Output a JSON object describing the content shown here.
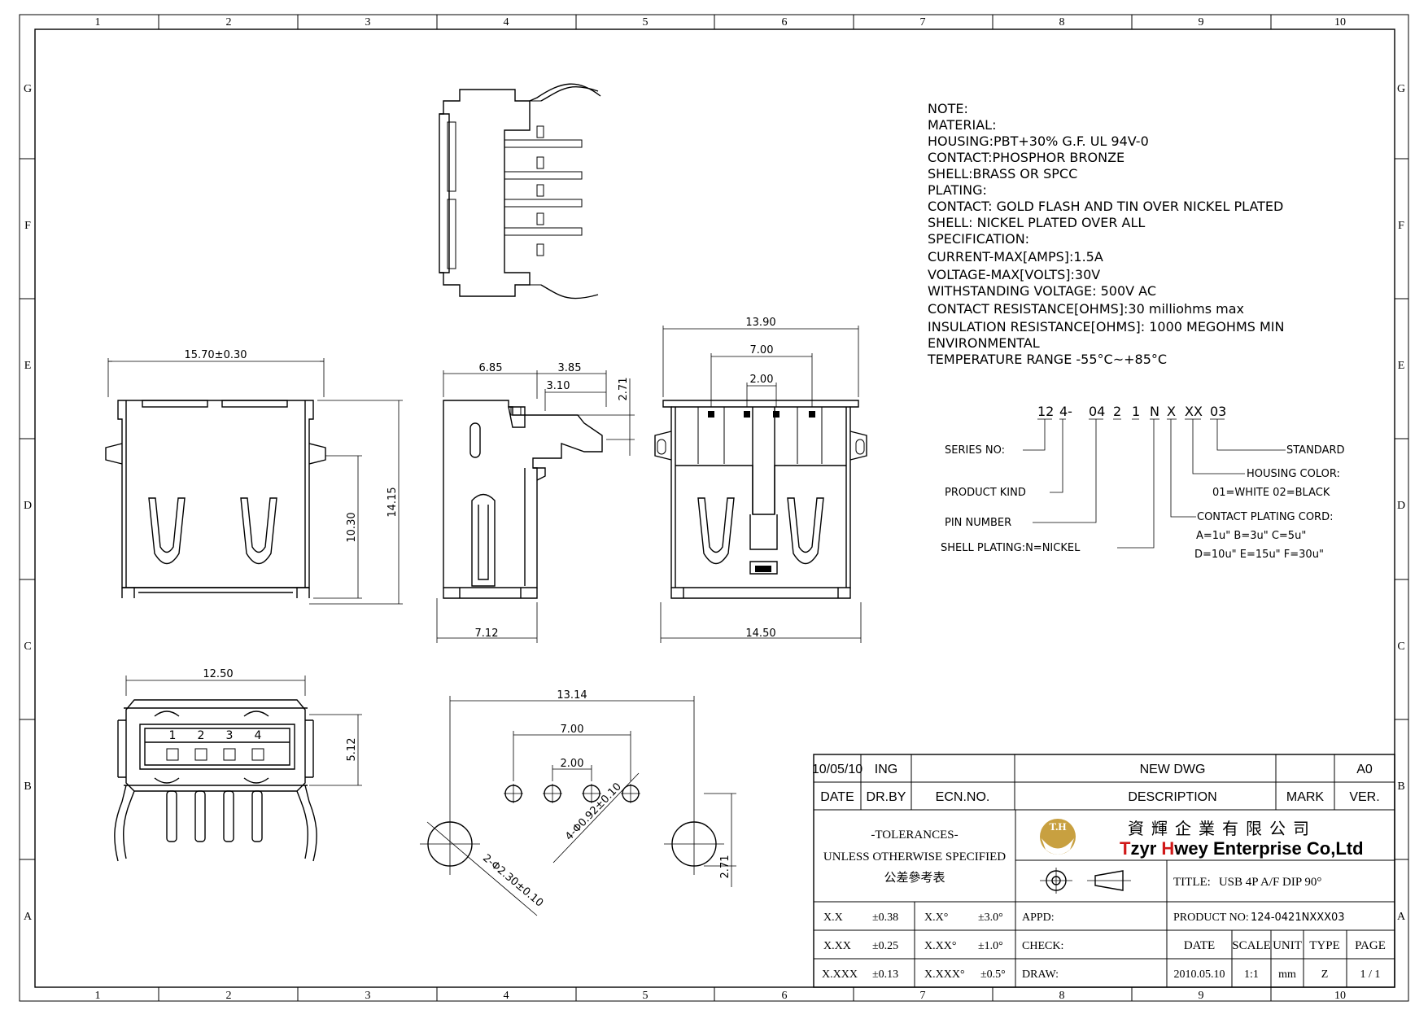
{
  "border": {
    "cols": [
      "1",
      "2",
      "3",
      "4",
      "5",
      "6",
      "7",
      "8",
      "9",
      "10"
    ],
    "rows": [
      "G",
      "F",
      "E",
      "D",
      "C",
      "B",
      "A"
    ]
  },
  "notes": [
    "NOTE:",
    "MATERIAL:",
    "HOUSING:PBT+30% G.F. UL 94V-0",
    "CONTACT:PHOSPHOR BRONZE",
    "SHELL:BRASS OR SPCC",
    "PLATING:",
    "CONTACT: GOLD FLASH AND TIN OVER NICKEL PLATED",
    "SHELL: NICKEL PLATED OVER ALL",
    "SPECIFICATION:",
    "CURRENT-MAX[AMPS]:1.5A",
    "VOLTAGE-MAX[VOLTS]:30V",
    "WITHSTANDING VOLTAGE: 500V AC",
    "CONTACT RESISTANCE[OHMS]:30 milliohms max",
    "INSULATION RESISTANCE[OHMS]: 1000 MEGOHMS MIN",
    "ENVIRONMENTAL",
    "TEMPERATURE RANGE -55°C~+85°C"
  ],
  "part_code": {
    "segments": [
      "12",
      "4-",
      "04",
      "2",
      "1",
      "N",
      "X",
      "XX",
      "03"
    ],
    "labels": {
      "series": "SERIES NO:",
      "kind": "PRODUCT KIND",
      "pin": "PIN NUMBER",
      "shell": "SHELL PLATING:N=NICKEL",
      "standard": "STANDARD",
      "housing": "HOUSING COLOR:",
      "housing_opts": "01=WHITE 02=BLACK",
      "contact": "CONTACT PLATING CORD:",
      "contact_opts1": "A=1u\"  B=3u\"  C=5u\"",
      "contact_opts2": "D=10u\" E=15u\" F=30u\""
    }
  },
  "dims": {
    "front_w": "15.70±0.30",
    "front_h1": "10.30",
    "front_h2": "14.15",
    "side_a": "6.85",
    "side_b": "3.85",
    "side_c": "3.10",
    "side_d": "2.71",
    "side_e": "7.12",
    "rear_top": "13.90",
    "rear_mid": "7.00",
    "rear_small": "2.00",
    "rear_bottom": "14.50",
    "end_w": "12.50",
    "end_h": "5.12",
    "pins": [
      "1",
      "2",
      "3",
      "4"
    ],
    "pcb_w": "13.14",
    "pcb_mid": "7.00",
    "pcb_small": "2.00",
    "pcb_hole": "4-Φ0.92±0.10",
    "pcb_boss": "2-Φ2.30±0.10",
    "pcb_h": "2.71"
  },
  "title_block": {
    "rev_date": "10/05/10",
    "rev_by": "ING",
    "rev_desc": "NEW DWG",
    "rev_ver": "A0",
    "h_date": "DATE",
    "h_drby": "DR.BY",
    "h_ecn": "ECN.NO.",
    "h_desc": "DESCRIPTION",
    "h_mark": "MARK",
    "h_ver": "VER.",
    "tol1": "-TOLERANCES-",
    "tol2": "UNLESS OTHERWISE SPECIFIED",
    "tol3": "公差參考表",
    "company_cjk": "資輝企業有限公司",
    "company_en_a": "T",
    "company_en_b": "zyr ",
    "company_en_c": "H",
    "company_en_d": "wey Enterprise Co,Ltd",
    "logo_text": "T.H",
    "title_label": "TITLE:",
    "title_value": "USB 4P A/F DIP 90°",
    "product_label": "PRODUCT NO:",
    "product_value": "124-0421NXXX03",
    "appd": "APPD:",
    "check": "CHECK:",
    "draw": "DRAW:",
    "tol_rows": [
      [
        "X.X",
        "±0.38",
        "X.X°",
        "±3.0°"
      ],
      [
        "X.XX",
        "±0.25",
        "X.XX°",
        "±1.0°"
      ],
      [
        "X.XXX",
        "±0.13",
        "X.XXX°",
        "±0.5°"
      ]
    ],
    "f_date": "DATE",
    "f_scale": "SCALE",
    "f_unit": "UNIT",
    "f_type": "TYPE",
    "f_page": "PAGE",
    "v_date": "2010.05.10",
    "v_scale": "1:1",
    "v_unit": "mm",
    "v_type": "Z",
    "v_page": "1 / 1"
  },
  "colors": {
    "logo_gold": "#c8a040",
    "brand_red": "#d01818"
  }
}
